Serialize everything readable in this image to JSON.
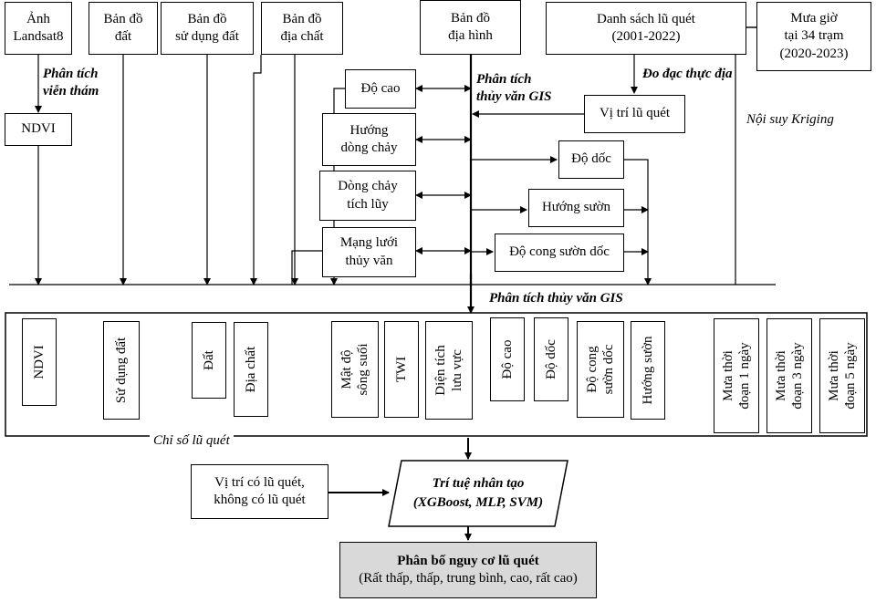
{
  "sources": {
    "landsat": "Ảnh\nLandsat8",
    "soil_map": "Bản đồ\nđất",
    "landuse_map": "Bản đồ\nsử dụng đất",
    "geology_map": "Bản đồ\nđịa chất",
    "topo_map": "Bản đồ\nđịa hình",
    "flood_list": "Danh sách lũ quét\n(2001-2022)",
    "rainfall": "Mưa giờ\ntại 34 trạm\n(2020-2023)"
  },
  "derived": {
    "ndvi": "NDVI",
    "elevation": "Độ cao",
    "flow_direction": "Hướng\ndòng chảy",
    "flow_accumulation": "Dòng chảy\ntích lũy",
    "stream_network": "Mạng lưới\nthủy văn",
    "flood_locations": "Vị trí lũ quét",
    "slope": "Độ dốc",
    "aspect": "Hướng sườn",
    "curvature": "Độ cong sườn dốc"
  },
  "labels": {
    "remote_sensing": "Phân tích\nviễn thám",
    "gis_hydro_top": "Phân tích\nthủy văn GIS",
    "field_survey": "Đo đạc thực địa",
    "kriging": "Nội suy Kriging",
    "gis_hydro_mid": "Phân tích thủy văn GIS",
    "flood_index": "Chỉ số lũ quét"
  },
  "factors": {
    "ndvi": "NDVI",
    "landuse": "Sử dụng đất",
    "soil": "Đất",
    "geology": "Địa chất",
    "drainage_density": "Mật độ\nsông suối",
    "twi": "TWI",
    "basin_area": "Diện tích\nlưu vực",
    "elevation": "Độ cao",
    "slope": "Độ dốc",
    "curvature": "Độ cong\nsườn dốc",
    "aspect": "Hướng sườn",
    "rain_1day": "Mưa thời\nđoạn 1 ngày",
    "rain_3day": "Mưa thời\nđoạn 3 ngày",
    "rain_5day": "Mưa thời\nđoạn 5 ngày"
  },
  "model": {
    "training_points": "Vị trí có lũ quét,\nkhông có lũ quét",
    "ai_title": "Trí tuệ nhân tạo",
    "ai_methods": "(XGBoost, MLP, SVM)",
    "output_title": "Phân bố nguy cơ lũ quét",
    "output_classes": "(Rất thấp, thấp, trung bình, cao, rất cao)"
  },
  "colors": {
    "line": "#000000",
    "output_fill": "#d9d9d9"
  }
}
